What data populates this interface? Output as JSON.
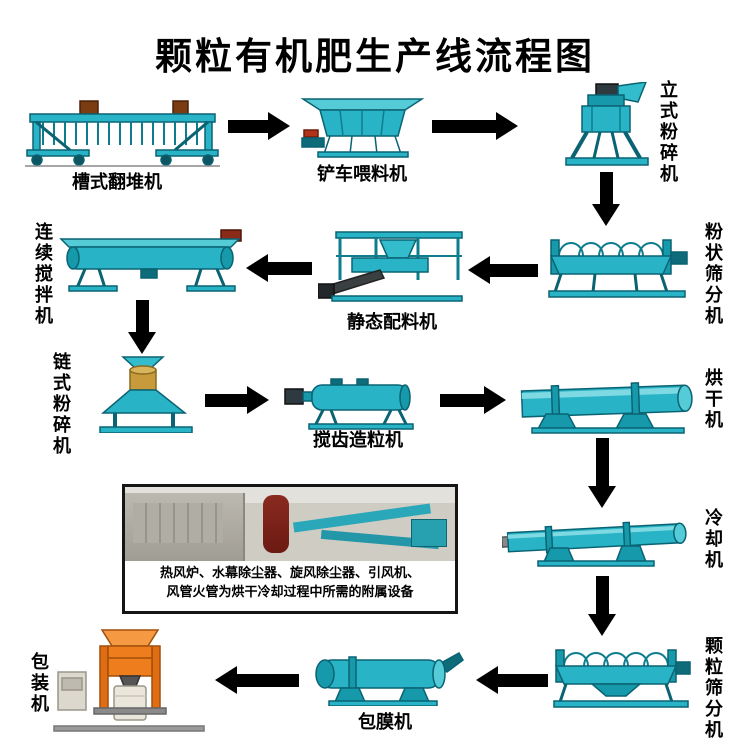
{
  "title": "颗粒有机肥生产线流程图",
  "nodes": {
    "trough_turner": {
      "label": "槽式翻堆机"
    },
    "loader_feeder": {
      "label": "铲车喂料机"
    },
    "vertical_crusher": {
      "label": "立式粉碎机"
    },
    "powder_screener": {
      "label": "粉状筛分机"
    },
    "static_batcher": {
      "label": "静态配料机"
    },
    "continuous_mixer": {
      "label": "连续搅拌机"
    },
    "chain_crusher": {
      "label": "链式粉碎机"
    },
    "stirring_granulator": {
      "label": "搅齿造粒机"
    },
    "dryer": {
      "label": "烘干机"
    },
    "cooler": {
      "label": "冷却机"
    },
    "granule_screener": {
      "label": "颗粒筛分机"
    },
    "coating_machine": {
      "label": "包膜机"
    },
    "packing_machine": {
      "label": "包装机"
    }
  },
  "inset": {
    "caption_line1": "热风炉、水幕除尘器、旋风除尘器、引风机、",
    "caption_line2": "风管火管为烘干冷却过程中所需的附属设备"
  },
  "flow_sequence": [
    "槽式翻堆机",
    "铲车喂料机",
    "立式粉碎机",
    "粉状筛分机",
    "静态配料机",
    "连续搅拌机",
    "链式粉碎机",
    "搅齿造粒机",
    "烘干机",
    "冷却机",
    "颗粒筛分机",
    "包膜机",
    "包装机"
  ],
  "colors": {
    "machine_teal": "#28b4c6",
    "arrow": "#000000",
    "packing_orange": "#ee7d1e"
  }
}
